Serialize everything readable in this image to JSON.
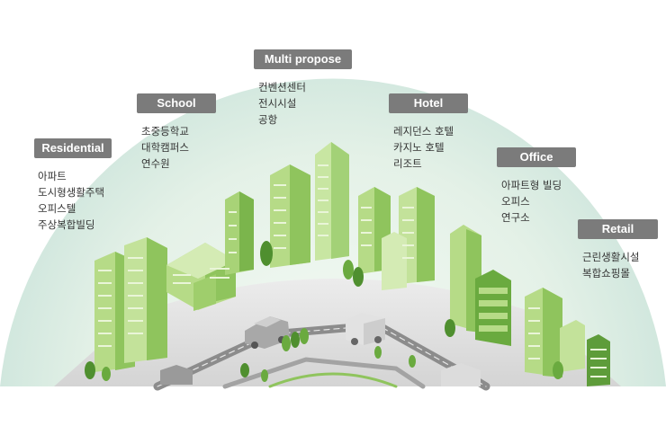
{
  "categories": [
    {
      "key": "residential",
      "label": "Residential",
      "items": [
        "아파트",
        "도시형생활주택",
        "오피스텔",
        "주상복합빌딩"
      ]
    },
    {
      "key": "school",
      "label": "School",
      "items": [
        "초중등학교",
        "대학캠퍼스",
        "연수원"
      ]
    },
    {
      "key": "multi",
      "label": "Multi propose",
      "items": [
        "컨벤션센터",
        "전시시설",
        "공항"
      ]
    },
    {
      "key": "hotel",
      "label": "Hotel",
      "items": [
        "레지던스 호텔",
        "카지노 호텔",
        "리조트"
      ]
    },
    {
      "key": "office",
      "label": "Office",
      "items": [
        "아파트형 빌딩",
        "오피스",
        "연구소"
      ]
    },
    {
      "key": "retail",
      "label": "Retail",
      "items": [
        "근린생활시설",
        "복합쇼핑몰"
      ]
    }
  ],
  "colors": {
    "dome_center": "#eef6ee",
    "dome_edge": "#c9e3d3",
    "ground": "#dedede",
    "road": "#8c8c8c",
    "building_light": "#b6db87",
    "building_mid": "#8fc45d",
    "building_dark": "#5e9c3a",
    "window": "#e9f5d8",
    "label_bg": "#7b7b7b",
    "text": "#333333"
  }
}
